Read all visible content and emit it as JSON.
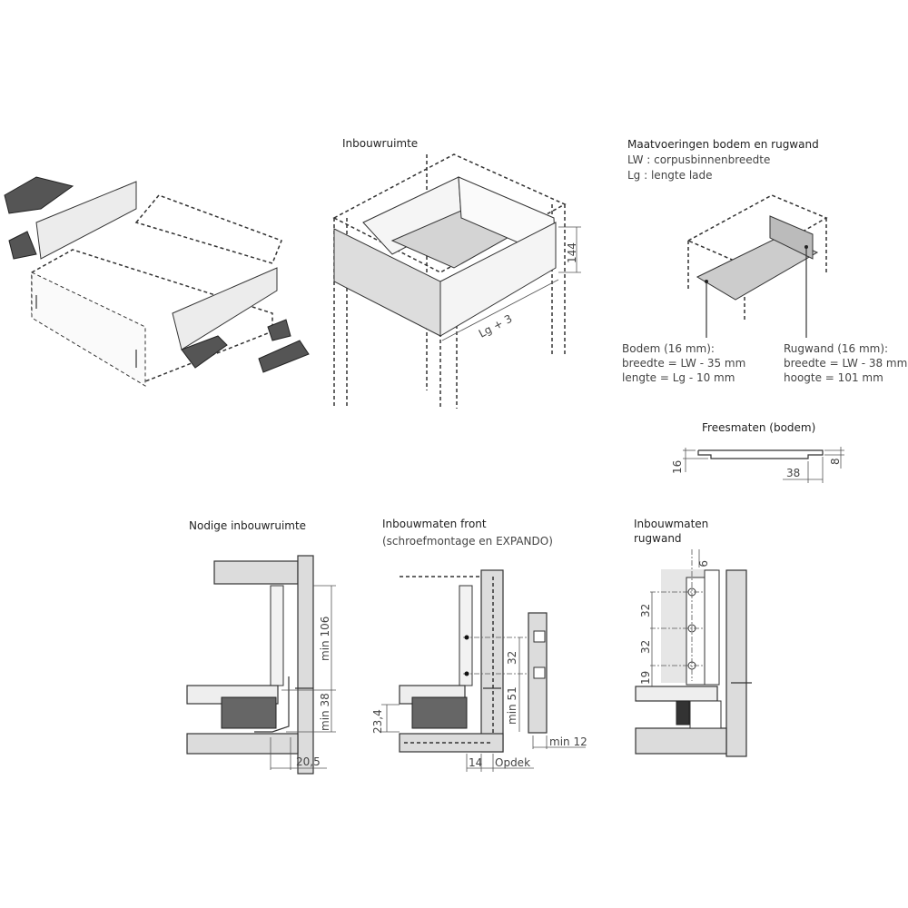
{
  "exploded": {
    "label": ""
  },
  "inbouwruimte": {
    "title": "Inbouwruimte",
    "height_dim": "144",
    "length_dim": "Lg + 3"
  },
  "maatvoeringen": {
    "title": "Maatvoeringen bodem en rugwand",
    "legend_lw": "LW : corpusbinnenbreedte",
    "legend_lg": "Lg : lengte lade",
    "bodem": [
      "Bodem (16 mm):",
      "breedte = LW - 35 mm",
      "lengte = Lg - 10 mm"
    ],
    "rugwand": [
      "Rugwand (16 mm):",
      "breedte = LW - 38 mm",
      "hoogte = 101 mm"
    ]
  },
  "freesmaten": {
    "title": "Freesmaten (bodem)",
    "dim_16": "16",
    "dim_38": "38",
    "dim_8": "8"
  },
  "nodige": {
    "title": "Nodige inbouwruimte",
    "dim_min106": "min 106",
    "dim_min38": "min 38",
    "dim_20_5": "20,5"
  },
  "front": {
    "title": "Inbouwmaten front",
    "subtitle": "(schroefmontage en EXPANDO)",
    "dim_32": "32",
    "dim_min51": "min 51",
    "dim_23_4": "23,4",
    "dim_14": "14",
    "dim_opdek": "Opdek",
    "dim_min12": "min 12"
  },
  "rugwand_detail": {
    "title_line1": "Inbouwmaten",
    "title_line2": "rugwand",
    "dim_9": "9",
    "dim_32a": "32",
    "dim_32b": "32",
    "dim_19": "19"
  }
}
